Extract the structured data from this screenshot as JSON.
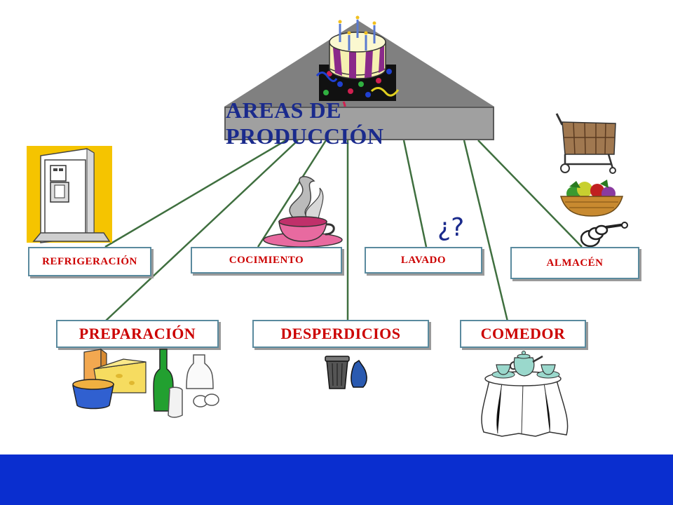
{
  "title": "AREAS DE PRODUCCIÓN",
  "areas": {
    "refrigeracion": "REFRIGERACIÓN",
    "cocimiento": "COCIMIENTO",
    "lavado": "LAVADO",
    "almacen": "ALMACÉN",
    "preparacion": "PREPARACIÓN",
    "desperdicios": "DESPERDICIOS",
    "comedor": "COMEDOR"
  },
  "question_mark": "¿?",
  "icons": [
    "cake-icon",
    "refrigerator-icon",
    "steaming-cup-icon",
    "shopping-cart-icon",
    "vegetable-basket-icon",
    "measuring-spoons-icon",
    "cheese-icon",
    "bottles-icon",
    "trash-can-icon",
    "tea-table-icon"
  ],
  "colors": {
    "label_text": "#cc0000",
    "title_text": "#1a2a8c",
    "connector": "#3f6f3f",
    "title_fill": "#a0a0a0",
    "footer": "#0a2ecf"
  }
}
